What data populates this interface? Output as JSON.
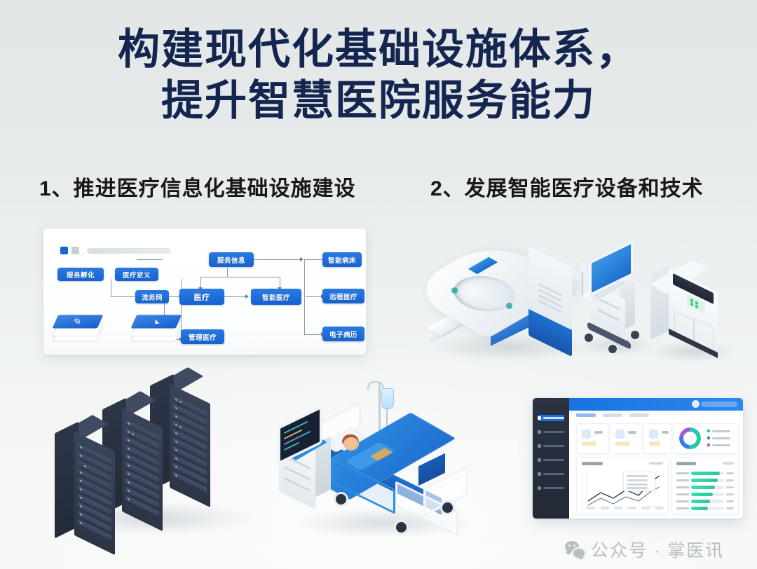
{
  "title": {
    "line1": "构建现代化基础设施体系，",
    "line2": "提升智慧医院服务能力",
    "color": "#14264f"
  },
  "sections": [
    {
      "index": "1、",
      "heading": "1、推进医疗信息化基础设施建设"
    },
    {
      "index": "2、",
      "heading": "2、发展智能医疗设备和技术"
    }
  ],
  "flowchart": {
    "nodes": [
      {
        "id": "n1",
        "label": "服务孵化"
      },
      {
        "id": "n2",
        "label": "医疗定义"
      },
      {
        "id": "n3",
        "label": "流务网"
      },
      {
        "id": "n4",
        "label": "服务信息"
      },
      {
        "id": "n5",
        "label": "智能病床"
      },
      {
        "id": "n6",
        "label": "医疗"
      },
      {
        "id": "n7",
        "label": "智能医疗"
      },
      {
        "id": "n8",
        "label": "远程医疗"
      },
      {
        "id": "n9",
        "label": "管理医疗"
      },
      {
        "id": "n10",
        "label": "电子病历"
      }
    ],
    "node_color": "#1563cf",
    "connector_color": "#8d98a3"
  },
  "illustrations": [
    {
      "name": "server-racks",
      "caption": "server-racks"
    },
    {
      "name": "hospital-smart-bed",
      "caption": "hospital-smart-bed"
    },
    {
      "name": "ct-scanner",
      "caption": "ct-scanner"
    },
    {
      "name": "ultrasound-cart",
      "caption": "ultrasound-cart"
    },
    {
      "name": "lab-analyzer",
      "caption": "lab-analyzer"
    },
    {
      "name": "dashboard-mockup",
      "caption": "dashboard-mockup"
    }
  ],
  "dashboard": {
    "accent": "#1773e0",
    "sidebar_color": "#2b3242",
    "progress_color": "#2bc79c",
    "donut_segments": [
      52,
      26,
      22
    ]
  },
  "watermark": {
    "text": "公众号 · 掌医讯",
    "color": "#b9bfc2",
    "icon": "wechat-icon"
  },
  "background": {
    "top_color": "#e2e6e7",
    "bottom_color": "#f7f8f8"
  }
}
